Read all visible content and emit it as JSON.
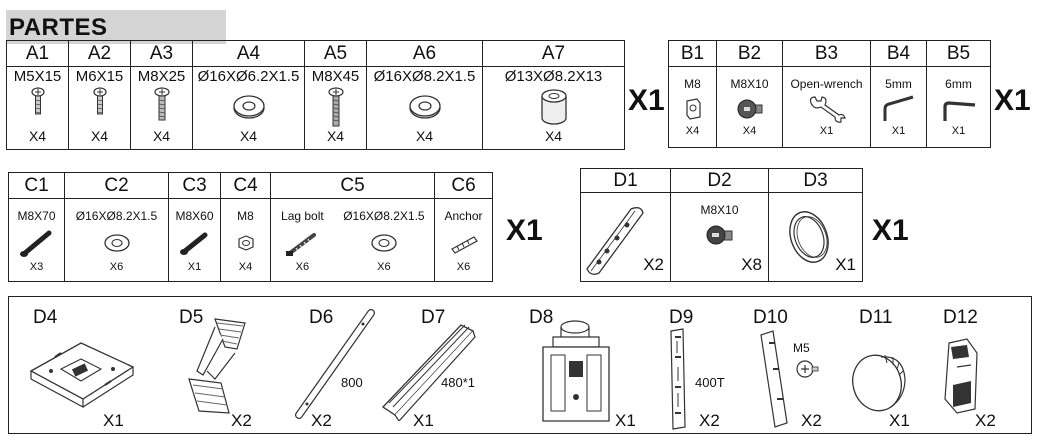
{
  "title": "PARTES",
  "group_a": {
    "items": [
      {
        "id": "A1",
        "spec": "M5X15",
        "qty": "X4"
      },
      {
        "id": "A2",
        "spec": "M6X15",
        "qty": "X4"
      },
      {
        "id": "A3",
        "spec": "M8X25",
        "qty": "X4"
      },
      {
        "id": "A4",
        "spec": "Ø16XØ6.2X1.5",
        "qty": "X4"
      },
      {
        "id": "A5",
        "spec": "M8X45",
        "qty": "X4"
      },
      {
        "id": "A6",
        "spec": "Ø16XØ8.2X1.5",
        "qty": "X4"
      },
      {
        "id": "A7",
        "spec": "Ø13XØ8.2X13",
        "qty": "X4"
      }
    ],
    "set_qty": "X1"
  },
  "group_b": {
    "items": [
      {
        "id": "B1",
        "spec": "M8",
        "qty": "X4"
      },
      {
        "id": "B2",
        "spec": "M8X10",
        "qty": "X4"
      },
      {
        "id": "B3",
        "spec": "Open-wrench",
        "qty": "X1"
      },
      {
        "id": "B4",
        "spec": "5mm",
        "qty": "X1"
      },
      {
        "id": "B5",
        "spec": "6mm",
        "qty": "X1"
      }
    ],
    "set_qty": "X1"
  },
  "group_c": {
    "items": [
      {
        "id": "C1",
        "spec": "M8X70",
        "qty": "X3"
      },
      {
        "id": "C2",
        "spec": "Ø16XØ8.2X1.5",
        "qty": "X6"
      },
      {
        "id": "C3",
        "spec": "M8X60",
        "qty": "X1"
      },
      {
        "id": "C4",
        "spec": "M8",
        "qty": "X4"
      },
      {
        "id": "C5",
        "spec_a": "Lag bolt",
        "qty_a": "X6",
        "spec_b": "Ø16XØ8.2X1.5",
        "qty_b": "X6"
      },
      {
        "id": "C6",
        "spec": "Anchor",
        "qty": "X6"
      }
    ],
    "set_qty": "X1"
  },
  "group_d1": {
    "items": [
      {
        "id": "D1",
        "qty": "X2"
      },
      {
        "id": "D2",
        "spec": "M8X10",
        "qty": "X8"
      },
      {
        "id": "D3",
        "qty": "X1"
      }
    ],
    "set_qty": "X1"
  },
  "group_d2": {
    "items": [
      {
        "id": "D4",
        "qty": "X1"
      },
      {
        "id": "D5",
        "qty": "X2"
      },
      {
        "id": "D6",
        "qty": "X2",
        "note": "800"
      },
      {
        "id": "D7",
        "qty": "X1",
        "note": "480*1"
      },
      {
        "id": "D8",
        "qty": "X1"
      },
      {
        "id": "D9",
        "qty": "X2",
        "note": "400T"
      },
      {
        "id": "D10",
        "qty": "X2",
        "note": "M5"
      },
      {
        "id": "D11",
        "qty": "X1"
      },
      {
        "id": "D12",
        "qty": "X2"
      }
    ]
  }
}
